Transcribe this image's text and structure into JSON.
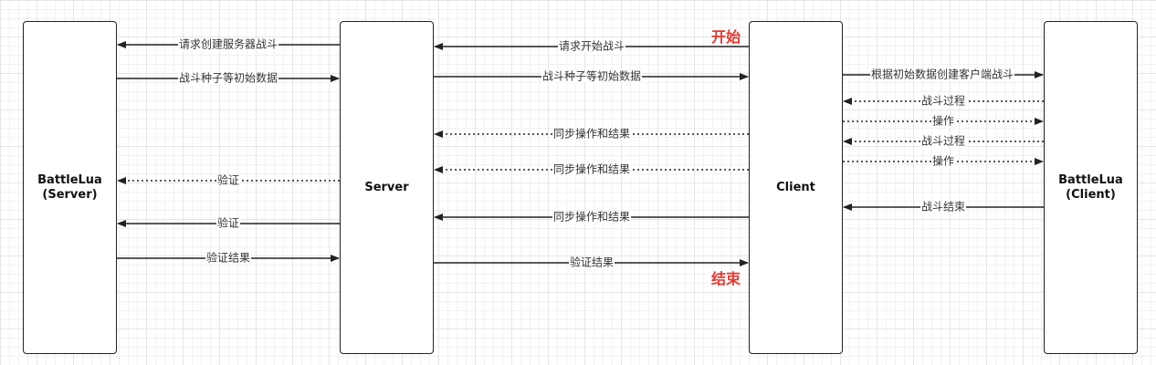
{
  "participants": [
    {
      "id": "battlelua_server",
      "label": "BattleLua\n(Server)"
    },
    {
      "id": "server",
      "label": "Server"
    },
    {
      "id": "client",
      "label": "Client"
    },
    {
      "id": "battlelua_client",
      "label": "BattleLua\n(Client)"
    }
  ],
  "messages": [
    {
      "id": "m1",
      "label": "请求创建服务器战斗",
      "style": "solid"
    },
    {
      "id": "m2",
      "label": "战斗种子等初始数据",
      "style": "solid"
    },
    {
      "id": "m3",
      "label": "验证",
      "style": "dotted"
    },
    {
      "id": "m4",
      "label": "验证",
      "style": "solid"
    },
    {
      "id": "m5",
      "label": "验证结果",
      "style": "solid"
    },
    {
      "id": "m6",
      "label": "请求开始战斗",
      "style": "solid"
    },
    {
      "id": "m7",
      "label": "战斗种子等初始数据",
      "style": "solid"
    },
    {
      "id": "m8",
      "label": "同步操作和结果",
      "style": "dotted"
    },
    {
      "id": "m9",
      "label": "同步操作和结果",
      "style": "dotted"
    },
    {
      "id": "m10",
      "label": "同步操作和结果",
      "style": "solid"
    },
    {
      "id": "m11",
      "label": "验证结果",
      "style": "solid"
    },
    {
      "id": "m12",
      "label": "根据初始数据创建客户端战斗",
      "style": "solid"
    },
    {
      "id": "m13",
      "label": "战斗过程",
      "style": "dotted"
    },
    {
      "id": "m14",
      "label": "操作",
      "style": "dotted"
    },
    {
      "id": "m15",
      "label": "战斗过程",
      "style": "dotted"
    },
    {
      "id": "m16",
      "label": "操作",
      "style": "dotted"
    },
    {
      "id": "m17",
      "label": "战斗结束",
      "style": "solid"
    }
  ],
  "notes": {
    "start": "开始",
    "end": "结束"
  },
  "colors": {
    "note": "#e8382f",
    "line": "#222222"
  }
}
